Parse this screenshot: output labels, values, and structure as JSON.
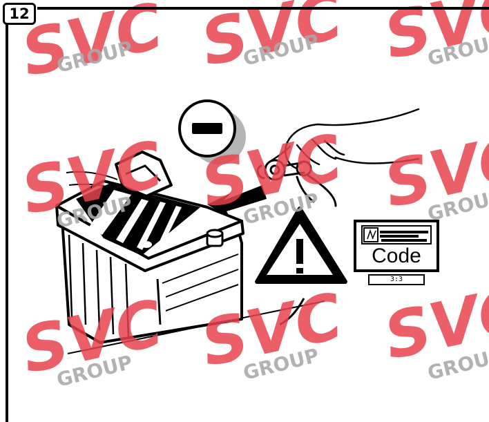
{
  "step": {
    "number": "12"
  },
  "polarity_symbol": "minus-sign-icon",
  "code_panel": {
    "label": "Code",
    "counter": "3:3"
  },
  "watermark": {
    "brand": "SVC",
    "subtitle": "GROUP",
    "color": "#e8434f"
  },
  "colors": {
    "ink": "#000000",
    "paper": "#ffffff",
    "shadow": "#aaaaaa"
  }
}
